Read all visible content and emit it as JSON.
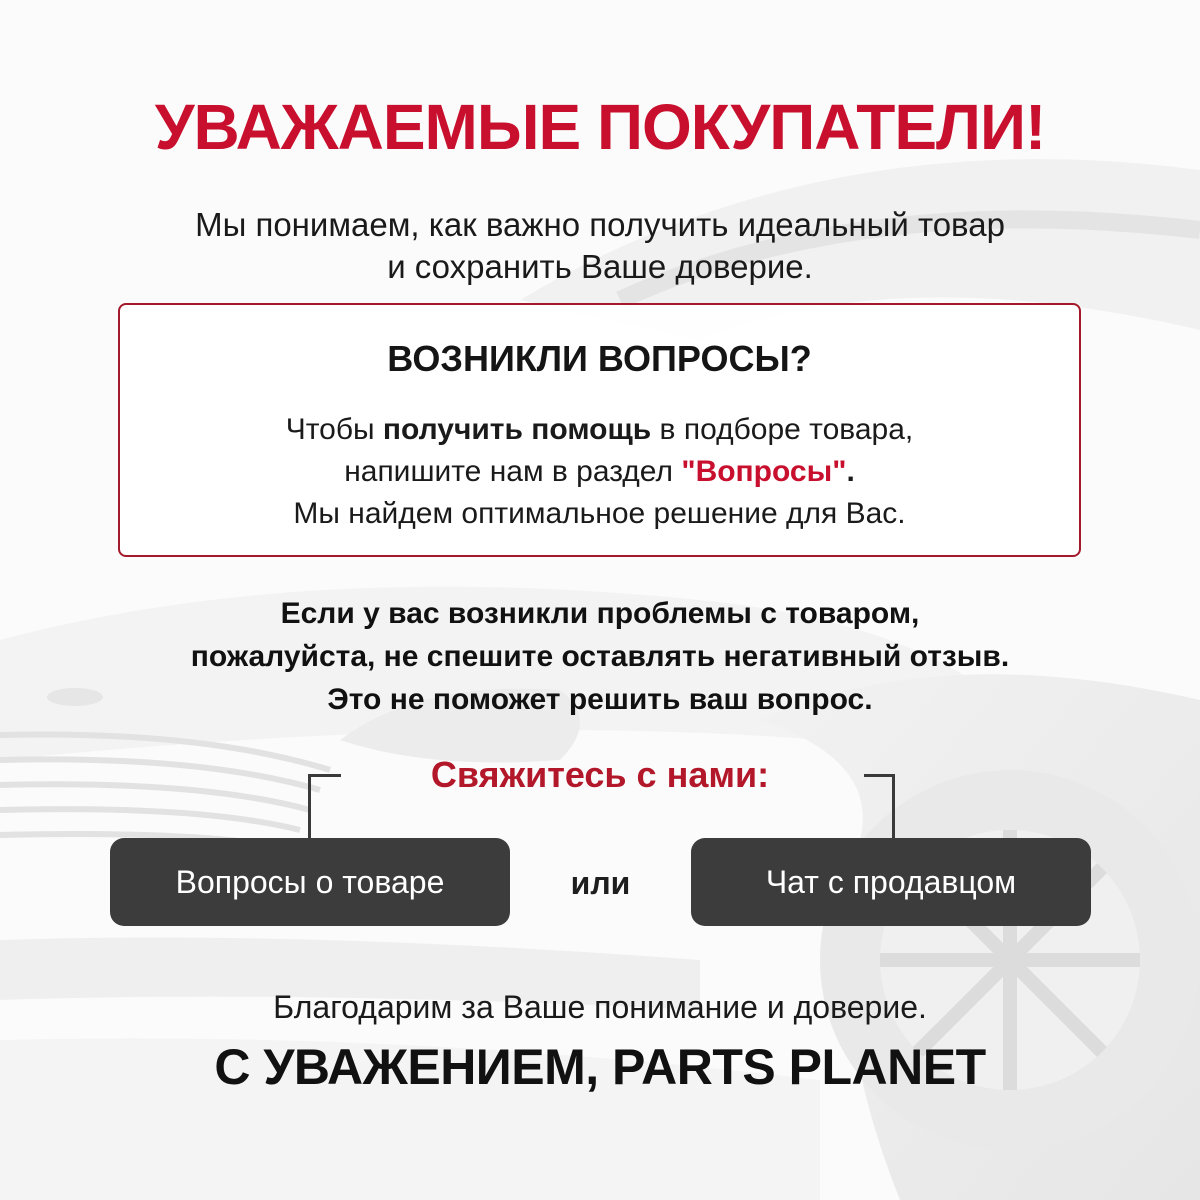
{
  "colors": {
    "accent_red": "#c8102e",
    "box_border": "#a31a2c",
    "button_bg": "#3c3c3c",
    "button_text": "#ffffff",
    "background": "#fbfbfb"
  },
  "header": {
    "title": "УВАЖАЕМЫЕ ПОКУПАТЕЛИ!"
  },
  "intro": {
    "line1": "Мы понимаем, как важно получить идеальный товар",
    "line2": "и сохранить Ваше доверие."
  },
  "questions_box": {
    "title": "ВОЗНИКЛИ ВОПРОСЫ?",
    "line1_prefix": "Чтобы ",
    "line1_bold": "получить помощь",
    "line1_suffix": " в подборе товара,",
    "line2_prefix": "напишите нам в раздел ",
    "line2_highlight": "\"Вопросы\"",
    "line2_suffix": ".",
    "line3": "Мы найдем оптимальное решение для Вас."
  },
  "warning": {
    "line1": "Если у вас возникли проблемы с товаром,",
    "line2": "пожалуйста, не спешите оставлять негативный отзыв.",
    "line3": "Это не поможет решить ваш вопрос."
  },
  "contact": {
    "heading": "Свяжитесь с нами:",
    "button_left": "Вопросы о товаре",
    "separator": "или",
    "button_right": "Чат с продавцом"
  },
  "footer": {
    "thanks": "Благодарим за Ваше понимание и доверие.",
    "signature": "С УВАЖЕНИЕМ, PARTS PLANET"
  }
}
